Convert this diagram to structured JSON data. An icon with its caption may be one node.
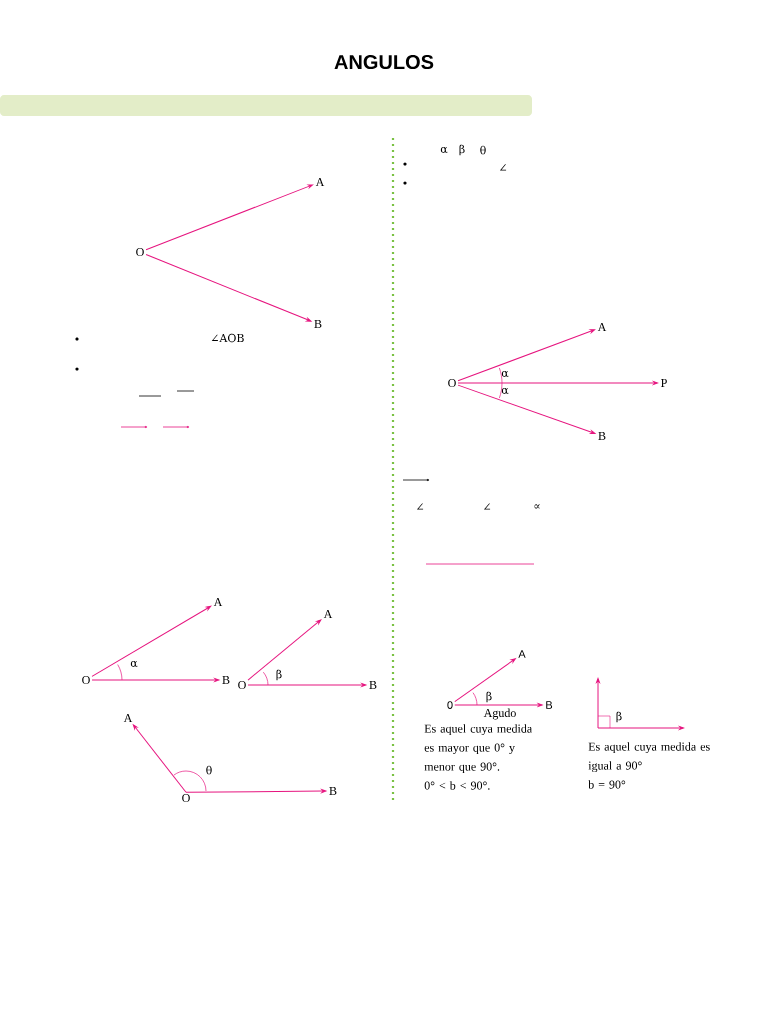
{
  "diagram": {
    "title": "ANGULOS",
    "nodes": [
      {
        "text": [
          "O"
        ]
      },
      {
        "text": [
          "A"
        ]
      },
      {
        "text": [
          "B"
        ]
      },
      {
        "text": [
          "O"
        ]
      },
      {
        "text": [
          "A"
        ]
      },
      {
        "text": [
          "P"
        ]
      },
      {
        "text": [
          "B"
        ]
      },
      {
        "text": [
          "O"
        ]
      },
      {
        "text": [
          "A"
        ]
      },
      {
        "text": [
          "B"
        ]
      },
      {
        "text": [
          "O"
        ]
      },
      {
        "text": [
          "A"
        ]
      },
      {
        "text": [
          "B"
        ]
      },
      {
        "text": [
          "A"
        ]
      },
      {
        "text": [
          "O"
        ]
      },
      {
        "text": [
          "B"
        ]
      },
      {
        "text": [
          "0"
        ]
      },
      {
        "text": [
          "A"
        ]
      },
      {
        "text": [
          "B"
        ]
      }
    ],
    "edges": [
      {
        "from": 0,
        "to": 1,
        "arrow": "to"
      },
      {
        "from": 0,
        "to": 2,
        "arrow": "to"
      },
      {
        "from": 3,
        "to": 4,
        "arrow": "to"
      },
      {
        "from": 3,
        "to": 5,
        "arrow": "to"
      },
      {
        "from": 3,
        "to": 6,
        "arrow": "to"
      },
      {
        "from": 7,
        "to": 8,
        "arrow": "to"
      },
      {
        "from": 7,
        "to": 9,
        "arrow": "to"
      },
      {
        "from": 10,
        "to": 11,
        "arrow": "to"
      },
      {
        "from": 10,
        "to": 12,
        "arrow": "to"
      },
      {
        "from": 14,
        "to": 13,
        "arrow": "to"
      },
      {
        "from": 14,
        "to": 15,
        "arrow": "to"
      },
      {
        "from": 16,
        "to": 17,
        "arrow": "to"
      },
      {
        "from": 16,
        "to": 18,
        "arrow": "to"
      }
    ],
    "labels": [
      "α",
      "β",
      "θ",
      "∠",
      "∠AOB",
      "α",
      "α",
      "∠",
      "∠",
      "∝",
      "α",
      "β",
      "θ",
      "β",
      "Agudo",
      "β",
      "Es aquel cuya medida es mayor que 0° y menor que 90°.",
      "0° < b < 90°.",
      "Es aquel cuya medida es igual a 90°",
      "b = 90°"
    ]
  }
}
